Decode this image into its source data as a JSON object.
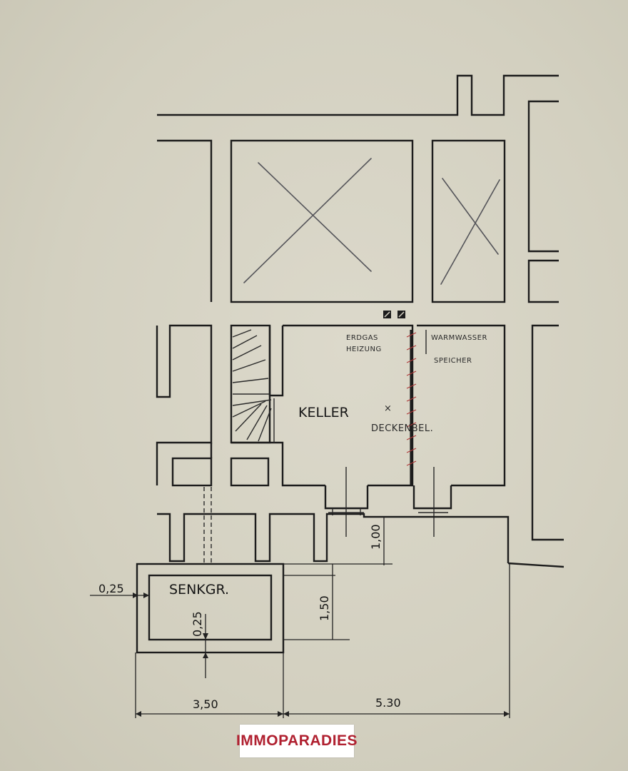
{
  "labels": {
    "keller": "KELLER",
    "senkgrube": "SENKGR.",
    "erdgas_heizung_line1": "ERDGAS",
    "erdgas_heizung_line2": "HEIZUNG",
    "warmwasser_line1": "WARMWASSER",
    "warmwasser_line2": "SPEICHER",
    "deckenbel": "DECKENBEL."
  },
  "dimensions": {
    "width_left": "3,50",
    "width_right": "5.30",
    "depth_senkgrube": "1,50",
    "offset_top": "1,00",
    "wall_left": "0,25",
    "wall_bottom": "0,25"
  },
  "logo": {
    "text": "IMMOPARADIES",
    "colors": {
      "immo": "#b02030",
      "paradies": "#2b2b2b"
    }
  }
}
